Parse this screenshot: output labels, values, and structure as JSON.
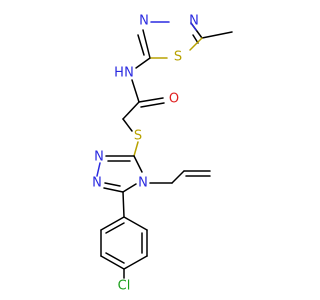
{
  "colors": {
    "carbon_bond": "#000000",
    "nitrogen": "#2a2ae0",
    "sulfur": "#b8a200",
    "oxygen": "#e02020",
    "chlorine": "#1c9f1c",
    "background": "#ffffff"
  },
  "atoms": {
    "thiadiazole_n1": "N",
    "thiadiazole_n2": "N",
    "thiadiazole_s": "S",
    "amide_n": "N",
    "amide_h": "H",
    "amide_o": "O",
    "thioether_s": "S",
    "triazole_n1": "N",
    "triazole_n2": "N",
    "triazole_n4": "N",
    "chlorine": "Cl"
  }
}
